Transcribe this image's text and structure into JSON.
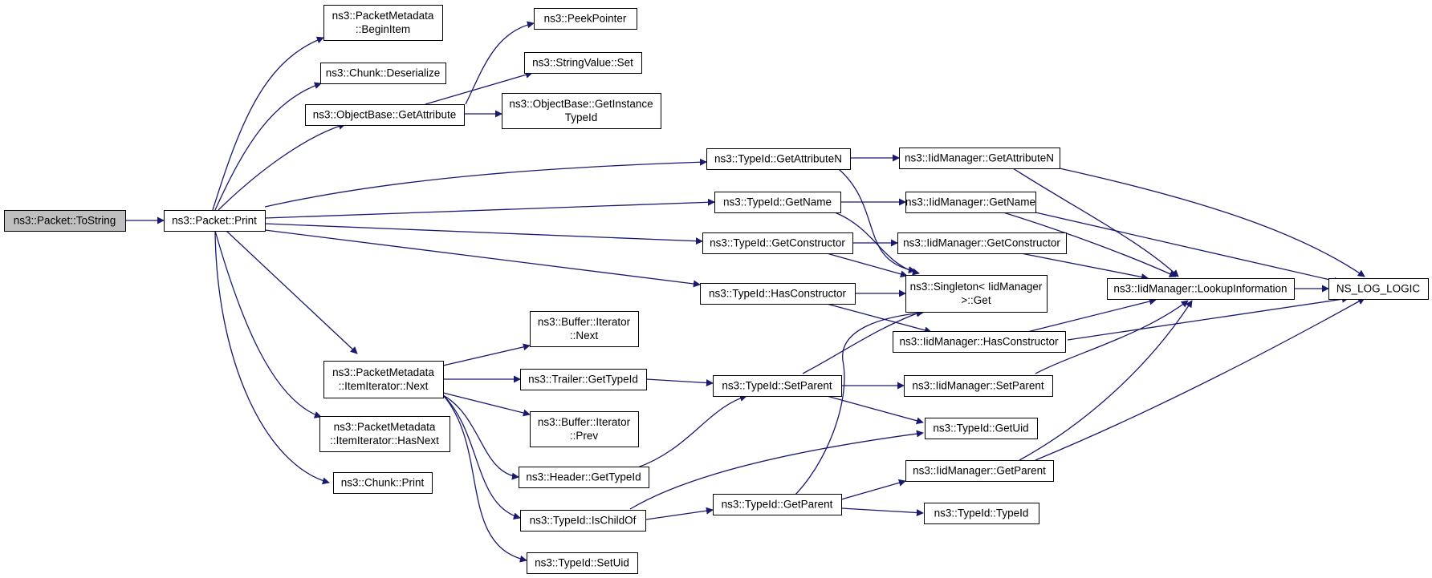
{
  "colors": {
    "edge": "#191970",
    "node_border": "#000000",
    "node_fill": "#ffffff",
    "root_fill": "#bfbfbf"
  },
  "nodes": [
    {
      "id": "n_tostring",
      "lines": [
        "ns3::Packet::ToString"
      ],
      "root": true
    },
    {
      "id": "n_print",
      "lines": [
        "ns3::Packet::Print"
      ]
    },
    {
      "id": "n_beginitem",
      "lines": [
        "ns3::PacketMetadata",
        "::BeginItem"
      ]
    },
    {
      "id": "n_chunk_deser",
      "lines": [
        "ns3::Chunk::Deserialize"
      ]
    },
    {
      "id": "n_getattribute",
      "lines": [
        "ns3::ObjectBase::GetAttribute"
      ]
    },
    {
      "id": "n_peekpointer",
      "lines": [
        "ns3::PeekPointer"
      ]
    },
    {
      "id": "n_stringset",
      "lines": [
        "ns3::StringValue::Set"
      ]
    },
    {
      "id": "n_getinstancetypeid",
      "lines": [
        "ns3::ObjectBase::GetInstance",
        "TypeId"
      ]
    },
    {
      "id": "n_t_getattributen",
      "lines": [
        "ns3::TypeId::GetAttributeN"
      ]
    },
    {
      "id": "n_t_getname",
      "lines": [
        "ns3::TypeId::GetName"
      ]
    },
    {
      "id": "n_t_getconstructor",
      "lines": [
        "ns3::TypeId::GetConstructor"
      ]
    },
    {
      "id": "n_t_hasconstructor",
      "lines": [
        "ns3::TypeId::HasConstructor"
      ]
    },
    {
      "id": "n_im_getattributen",
      "lines": [
        "ns3::IidManager::GetAttributeN"
      ]
    },
    {
      "id": "n_im_getname",
      "lines": [
        "ns3::IidManager::GetName"
      ]
    },
    {
      "id": "n_im_getconstructor",
      "lines": [
        "ns3::IidManager::GetConstructor"
      ]
    },
    {
      "id": "n_singleton",
      "lines": [
        "ns3::Singleton< IidManager",
        " >::Get"
      ]
    },
    {
      "id": "n_im_hasconstructor",
      "lines": [
        "ns3::IidManager::HasConstructor"
      ]
    },
    {
      "id": "n_lookup",
      "lines": [
        "ns3::IidManager::LookupInformation"
      ]
    },
    {
      "id": "n_nslog",
      "lines": [
        "NS_LOG_LOGIC"
      ]
    },
    {
      "id": "n_itemnext",
      "lines": [
        "ns3::PacketMetadata",
        "::ItemIterator::Next"
      ]
    },
    {
      "id": "n_hasnext",
      "lines": [
        "ns3::PacketMetadata",
        "::ItemIterator::HasNext"
      ]
    },
    {
      "id": "n_chunkprint",
      "lines": [
        "ns3::Chunk::Print"
      ]
    },
    {
      "id": "n_bufnext",
      "lines": [
        "ns3::Buffer::Iterator",
        "::Next"
      ]
    },
    {
      "id": "n_trailer",
      "lines": [
        "ns3::Trailer::GetTypeId"
      ]
    },
    {
      "id": "n_bufprev",
      "lines": [
        "ns3::Buffer::Iterator",
        "::Prev"
      ]
    },
    {
      "id": "n_header",
      "lines": [
        "ns3::Header::GetTypeId"
      ]
    },
    {
      "id": "n_ischildof",
      "lines": [
        "ns3::TypeId::IsChildOf"
      ]
    },
    {
      "id": "n_setuid",
      "lines": [
        "ns3::TypeId::SetUid"
      ]
    },
    {
      "id": "n_setparent",
      "lines": [
        "ns3::TypeId::SetParent"
      ]
    },
    {
      "id": "n_getparent",
      "lines": [
        "ns3::TypeId::GetParent"
      ]
    },
    {
      "id": "n_im_setparent",
      "lines": [
        "ns3::IidManager::SetParent"
      ]
    },
    {
      "id": "n_getuid",
      "lines": [
        "ns3::TypeId::GetUid"
      ]
    },
    {
      "id": "n_im_getparent",
      "lines": [
        "ns3::IidManager::GetParent"
      ]
    },
    {
      "id": "n_typeidctor",
      "lines": [
        "ns3::TypeId::TypeId"
      ]
    }
  ]
}
